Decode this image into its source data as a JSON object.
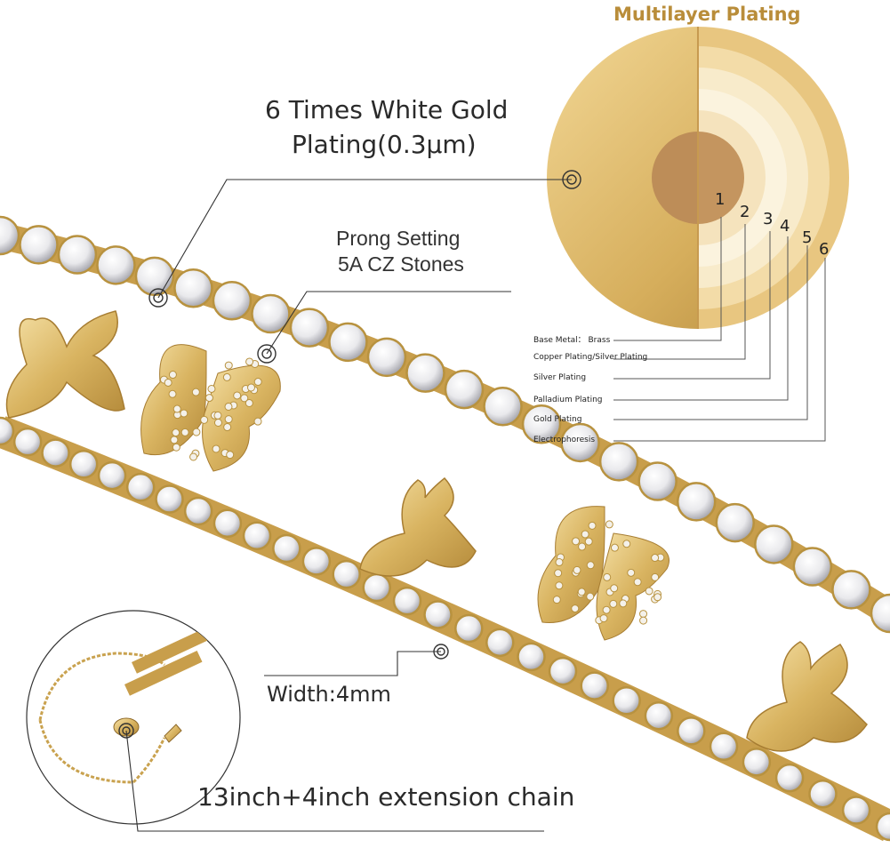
{
  "header": {
    "title": "Multilayer Plating"
  },
  "callouts": {
    "plating_line1": "6 Times White Gold",
    "plating_line2": "Plating(0.3μm)",
    "prong_line1": "Prong Setting",
    "prong_line2": "5A CZ Stones",
    "width": "Width:4mm",
    "length": "13inch+4inch extension chain"
  },
  "layers": {
    "numbers": [
      "1",
      "2",
      "3",
      "4",
      "5",
      "6"
    ],
    "labels": [
      "Base Metal： Brass",
      "Copper Plating/Silver Plating",
      "Silver Plating",
      "Palladium Plating",
      "Gold Plating",
      "Electrophoresis"
    ]
  },
  "colors": {
    "gold": "#e5c77c",
    "gold_dark": "#b8923f",
    "gold_light": "#f4e2b0",
    "core": "#b98a55",
    "title": "#b98d3a"
  },
  "icons": [
    "target-icon",
    "butterfly-icon",
    "clasp-icon"
  ]
}
